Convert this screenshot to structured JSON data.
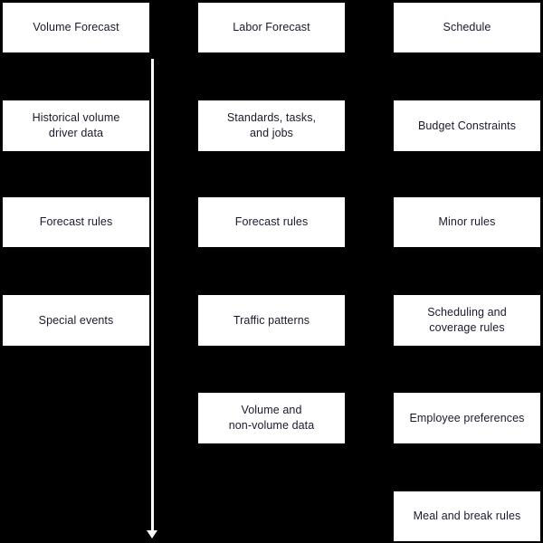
{
  "diagram": {
    "background_color": "#000000",
    "box_fill_color": "#ffffff",
    "text_color": "#1a1a2e",
    "connector_color": "#ffffff",
    "columns": [
      {
        "name": "volume-forecast-column",
        "header": "Volume Forecast",
        "items": [
          "Historical volume\ndriver data",
          "Forecast rules",
          "Special events"
        ]
      },
      {
        "name": "labor-forecast-column",
        "header": "Labor Forecast",
        "items": [
          "Standards, tasks,\nand jobs",
          "Forecast rules",
          "Traffic patterns",
          "Volume and\nnon-volume data"
        ]
      },
      {
        "name": "schedule-column",
        "header": "Schedule",
        "items": [
          "Budget Constraints",
          "Minor rules",
          "Scheduling and\ncoverage rules",
          "Employee preferences",
          "Meal and break rules"
        ]
      }
    ],
    "connector": {
      "name": "volume-to-labor-arrow",
      "direction": "down"
    }
  }
}
